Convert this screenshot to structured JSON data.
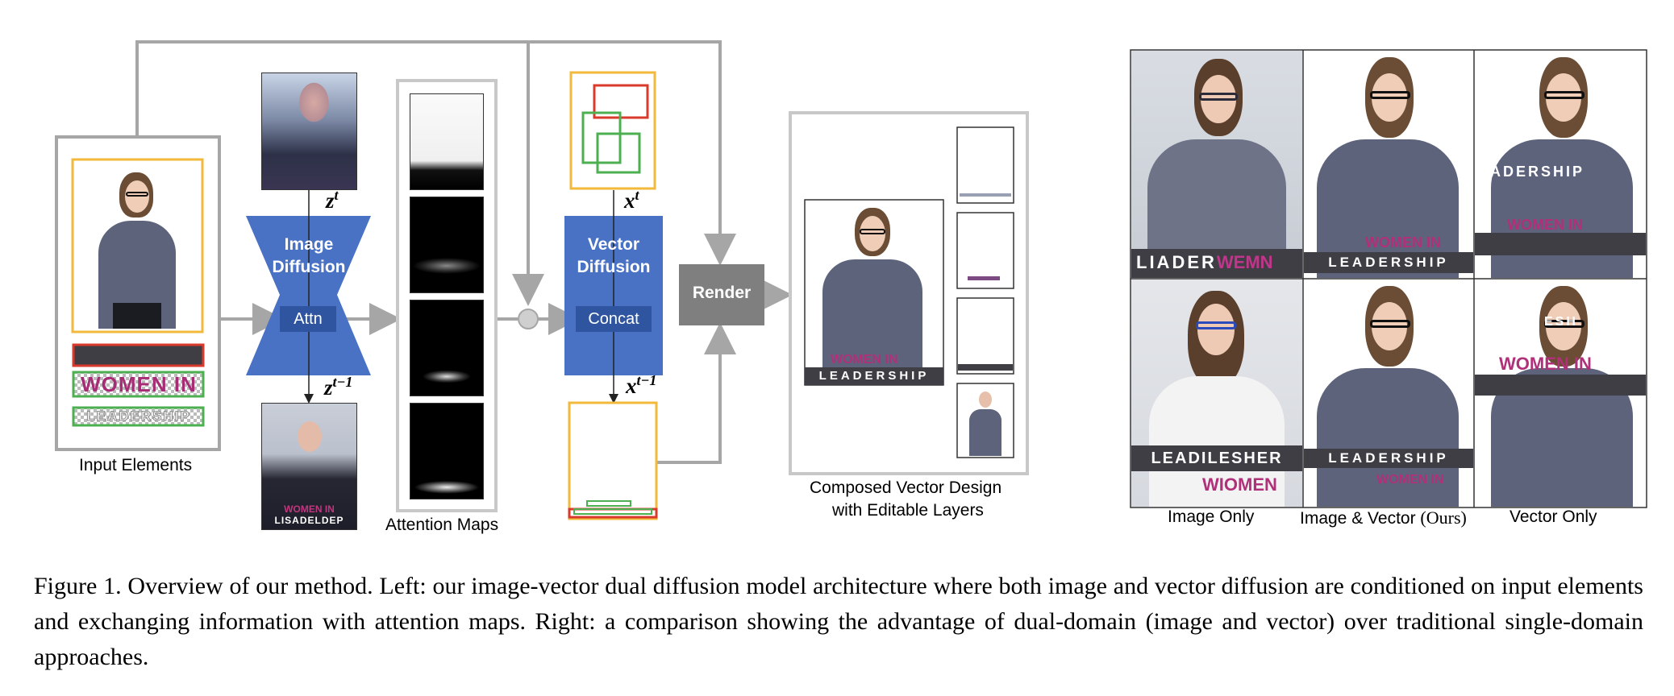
{
  "labels": {
    "input_elements": "Input Elements",
    "attention_maps": "Attention Maps",
    "composed_line1": "Composed Vector Design",
    "composed_line2": "with Editable Layers",
    "image_diffusion_line1": "Image",
    "image_diffusion_line2": "Diffusion",
    "attn": "Attn",
    "vector_diffusion_line1": "Vector",
    "vector_diffusion_line2": "Diffusion",
    "concat": "Concat",
    "render": "Render",
    "z_t": "z",
    "z_t_sup": "t",
    "z_t1": "z",
    "z_t1_sup": "t−1",
    "x_t": "x",
    "x_t_sup": "t",
    "x_t1": "x",
    "x_t1_sup": "t−1"
  },
  "input_text": {
    "women_in": "WOMEN IN",
    "leadership": "LEADERSHIP"
  },
  "decoded_image_text": {
    "women_in": "WOMEN IN",
    "lisadeldep": "LISADELDEP"
  },
  "composed_text": {
    "women_in": "WOMEN IN",
    "leadership": "LEADERSHIP"
  },
  "comparison": {
    "columns": [
      "Image Only",
      "Image & Vector",
      "Vector Only"
    ],
    "ours": "(Ours)",
    "cells": {
      "r1c1_white": "LIADER",
      "r1c1_pink": "WEMN",
      "r1c2_pink": "WOMEN IN",
      "r1c2_bar": "LEADERSHIP",
      "r1c3_white": "EADERSHIP",
      "r1c3_pink": "WOMEN IN",
      "r2c1_bar": "LEADILESHER",
      "r2c1_pink": "WIOMEN",
      "r2c2_bar": "LEADERSHIP",
      "r2c2_pink": "WOMEN IN",
      "r2c3_white": "ESH",
      "r2c3_pink": "WOMEN IN"
    }
  },
  "caption": "Figure 1. Overview of our method. Left: our image-vector dual diffusion model architecture where both image and vector diffusion are conditioned on input elements and exchanging information with attention maps. Right: a comparison showing the advantage of dual-domain (image and vector) over traditional single-domain approaches.",
  "colors": {
    "diffusion_blue": "#4a72c4",
    "inner_blue": "#2f55a0",
    "render_gray": "#7f7f7f",
    "arrow_gray": "#a6a6a6",
    "frame_yellow": "#f2b93b",
    "frame_red": "#d93a2b",
    "frame_green": "#4caf50",
    "text_pink": "#b0307a"
  }
}
